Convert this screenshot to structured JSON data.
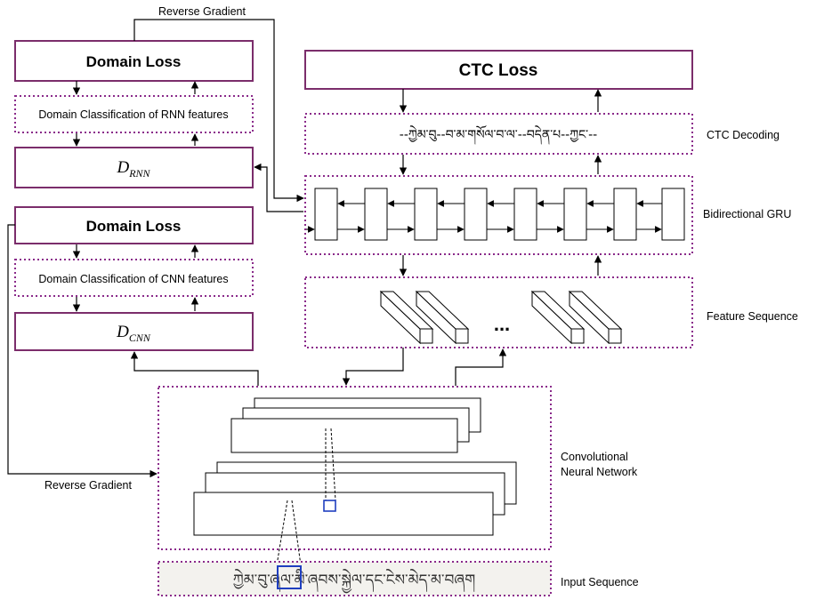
{
  "labels": {
    "reverse_gradient_top": "Reverse Gradient",
    "reverse_gradient_bottom": "Reverse Gradient",
    "domain_loss_rnn": "Domain Loss",
    "domain_loss_cnn": "Domain Loss",
    "domain_class_rnn": "Domain Classification of RNN features",
    "domain_class_cnn": "Domain Classification of CNN features",
    "d_rnn_main": "D",
    "d_rnn_sub": "RNN",
    "d_cnn_main": "D",
    "d_cnn_sub": "CNN",
    "ctc_loss": "CTC Loss",
    "ctc_decoding": "CTC Decoding",
    "ctc_decoded_text": "--ཀྱེམ་བུ--བ་མ་གསོལ་བ་ལ་--བདེན་པ--ཀྱང་--",
    "bidirectional_gru": "Bidirectional GRU",
    "feature_sequence": "Feature Sequence",
    "ellipsis": "...",
    "cnn_line1": "Convolutional",
    "cnn_line2": "Neural Network",
    "input_sequence": "Input Sequence",
    "input_text": "ཀྱེམ་བུ་ཞལ་མི་ཞབས་སྐྱེལ་དང་ངེས་མེད་མ་བཞག"
  },
  "colors": {
    "domain_border": "#7b2d6b",
    "dotted_border": "#8a2a8a",
    "patch_blue": "#1f3fbf",
    "line": "#000000"
  }
}
